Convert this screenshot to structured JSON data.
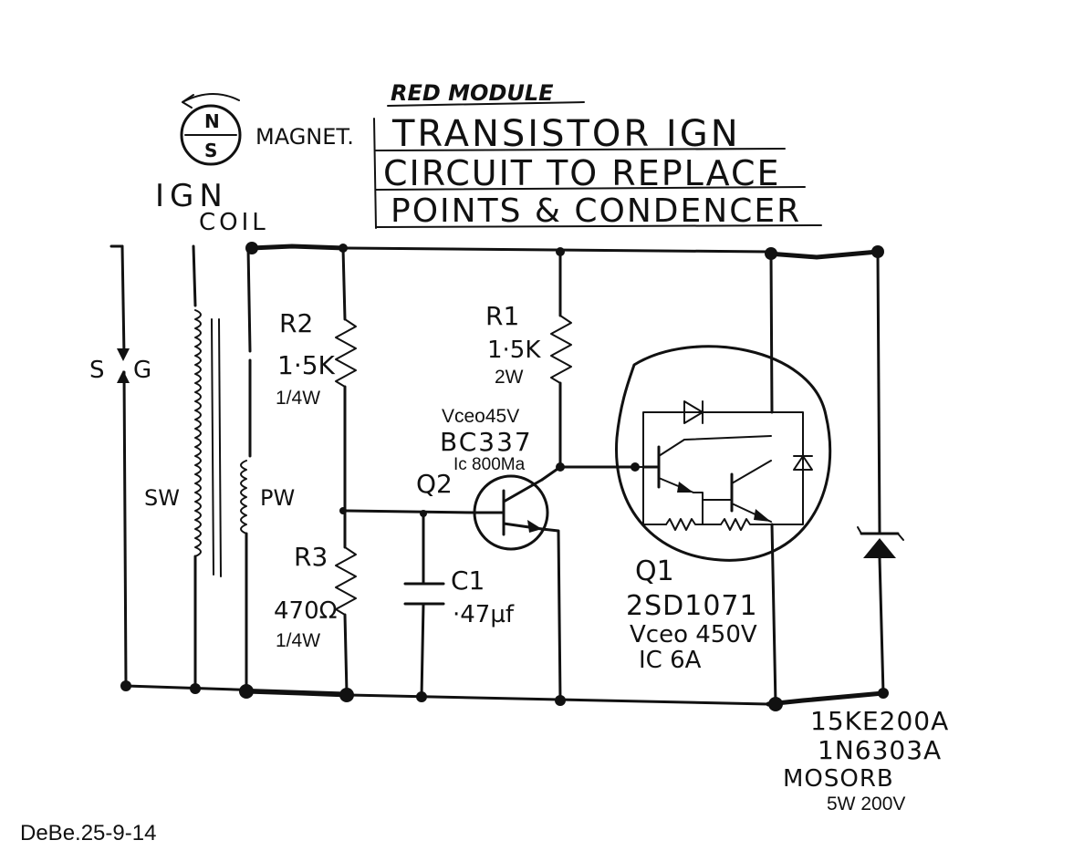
{
  "title": {
    "subtitle": "RED MODULE",
    "line1": "TRANSISTOR IGN",
    "line2": "CIRCUIT TO REPLACE",
    "line3": "POINTS & CONDENCER"
  },
  "magnet": {
    "label": "MAGNET.",
    "north": "N",
    "south": "S"
  },
  "coil": {
    "label_line1": "IGN",
    "label_line2": "COIL",
    "sg_s": "S",
    "sg_g": "G",
    "secondary": "SW",
    "primary": "PW"
  },
  "r2": {
    "name": "R2",
    "value": "1·5K",
    "rating": "1/4W"
  },
  "r1": {
    "name": "R1",
    "value": "1·5K",
    "rating": "2W"
  },
  "r3": {
    "name": "R3",
    "value": "470Ω",
    "rating": "1/4W"
  },
  "q2": {
    "name": "Q2",
    "vceo": "Vceo45V",
    "part": "BC337",
    "ic": "Ic  800Ma"
  },
  "c1": {
    "name": "C1",
    "value": "·47µf"
  },
  "q1": {
    "name": "Q1",
    "part": "2SD1071",
    "vceo": "Vceo 450V",
    "ic": "IC 6A"
  },
  "tvs": {
    "part1": "15KE200A",
    "part2": "1N6303A",
    "type": "MOSORB",
    "rating": "5W 200V"
  },
  "footer": "DeBe.25-9-14"
}
